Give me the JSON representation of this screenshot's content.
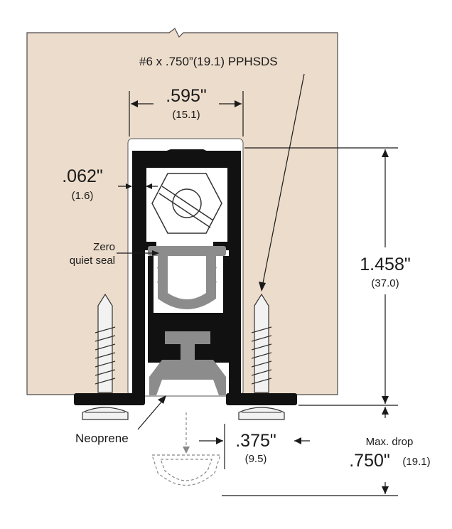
{
  "door_color": "#ecdccb",
  "profile_color": "#111111",
  "seal_color": "#8c8c8c",
  "screw_color": "#f2f2f2",
  "screw_label": "#6 x .750”(19.1) PPHSDS",
  "width_dim": {
    "imperial": ".595\"",
    "metric": "(15.1)"
  },
  "wall_dim": {
    "imperial": ".062\"",
    "metric": "(1.6)"
  },
  "height_dim": {
    "imperial": "1.458\"",
    "metric": "(37.0)"
  },
  "seal_label_line1": "Zero",
  "seal_label_line2": "quiet seal",
  "neoprene_label": "Neoprene",
  "drop_width_dim": {
    "imperial": ".375\"",
    "metric": "(9.5)"
  },
  "max_drop": {
    "label": "Max. drop",
    "imperial": ".750\"",
    "metric": "(19.1)"
  }
}
